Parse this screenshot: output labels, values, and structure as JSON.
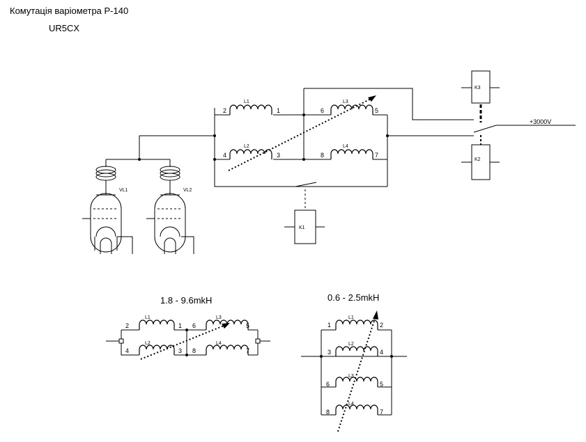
{
  "title": "Комутація варіометра  Р-140",
  "author": "UR5CX",
  "main": {
    "coils": {
      "l1": "L1",
      "l2": "L2",
      "l3": "L3",
      "l4": "L4"
    },
    "pins": {
      "p1": "1",
      "p2": "2",
      "p3": "3",
      "p4": "4",
      "p5": "5",
      "p6": "6",
      "p7": "7",
      "p8": "8"
    },
    "relays": {
      "k1": "K1",
      "k2": "K2",
      "k3": "K3"
    },
    "tubes": {
      "vl1": "VL1",
      "vl2": "VL2"
    },
    "supply": "+3000V"
  },
  "series": {
    "range": "1.8 - 9.6mkH",
    "coils": {
      "l1": "L1",
      "l2": "L2",
      "l3": "L3",
      "l4": "L4"
    },
    "pins": {
      "p1": "1",
      "p2": "2",
      "p3": "3",
      "p4": "4",
      "p5": "5",
      "p6": "6",
      "p7": "7",
      "p8": "8"
    }
  },
  "parallel": {
    "range": "0.6 - 2.5mkH",
    "coils": {
      "l1": "L1",
      "l2": "L2",
      "l3": "L3",
      "l4": "L4"
    },
    "pins": {
      "p1": "1",
      "p2": "2",
      "p3": "3",
      "p4": "4",
      "p5": "5",
      "p6": "6",
      "p7": "7",
      "p8": "8"
    }
  }
}
